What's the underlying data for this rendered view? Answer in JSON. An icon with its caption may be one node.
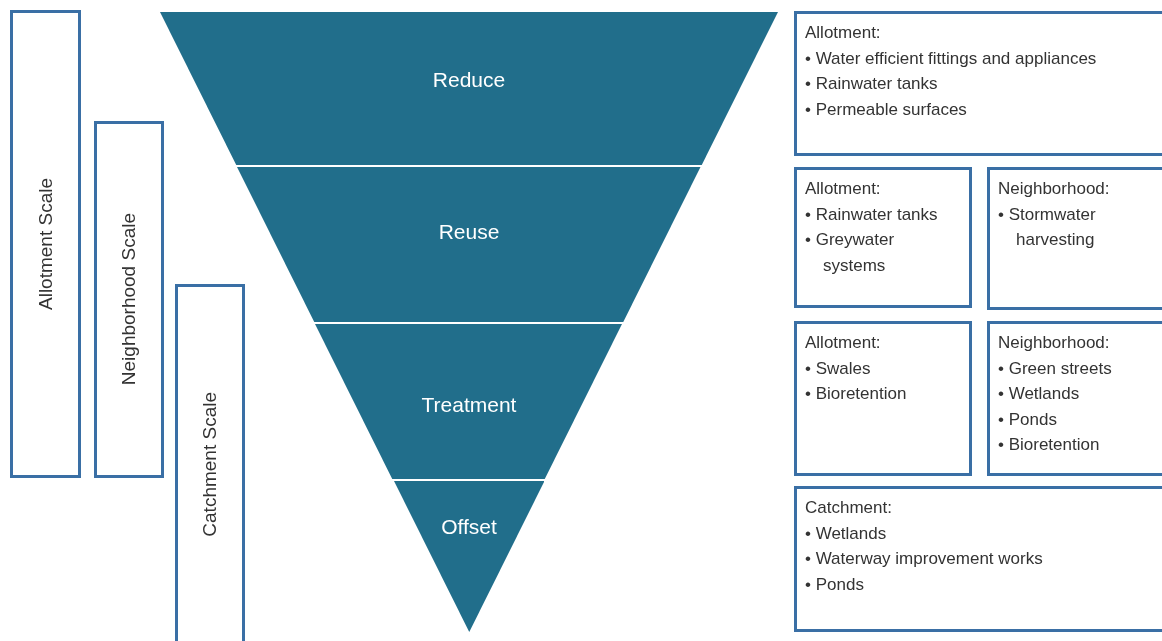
{
  "diagram": {
    "nodes": [
      {
        "text": [
          "Allotment Scale"
        ]
      },
      {
        "text": [
          "Neighborhood Scale"
        ]
      },
      {
        "text": [
          "Catchment Scale"
        ]
      },
      {
        "text": [
          "Reduce"
        ]
      },
      {
        "text": [
          "Reuse"
        ]
      },
      {
        "text": [
          "Treatment"
        ]
      },
      {
        "text": [
          "Offset"
        ]
      },
      {
        "text": [
          "Allotment:",
          "• Water efficient fittings and appliances",
          "• Rainwater tanks",
          "• Permeable surfaces"
        ]
      },
      {
        "text": [
          "Allotment:",
          "• Rainwater tanks",
          "• Greywater systems"
        ]
      },
      {
        "text": [
          "Neighborhood:",
          "• Stormwater harvesting"
        ]
      },
      {
        "text": [
          "Allotment:",
          "• Swales",
          "• Bioretention"
        ]
      },
      {
        "text": [
          "Neighborhood:",
          "• Green streets",
          "• Wetlands",
          "• Ponds",
          "• Bioretention"
        ]
      },
      {
        "text": [
          "Catchment:",
          "• Wetlands",
          "• Waterway improvement works",
          "• Ponds"
        ]
      }
    ],
    "edges": []
  }
}
